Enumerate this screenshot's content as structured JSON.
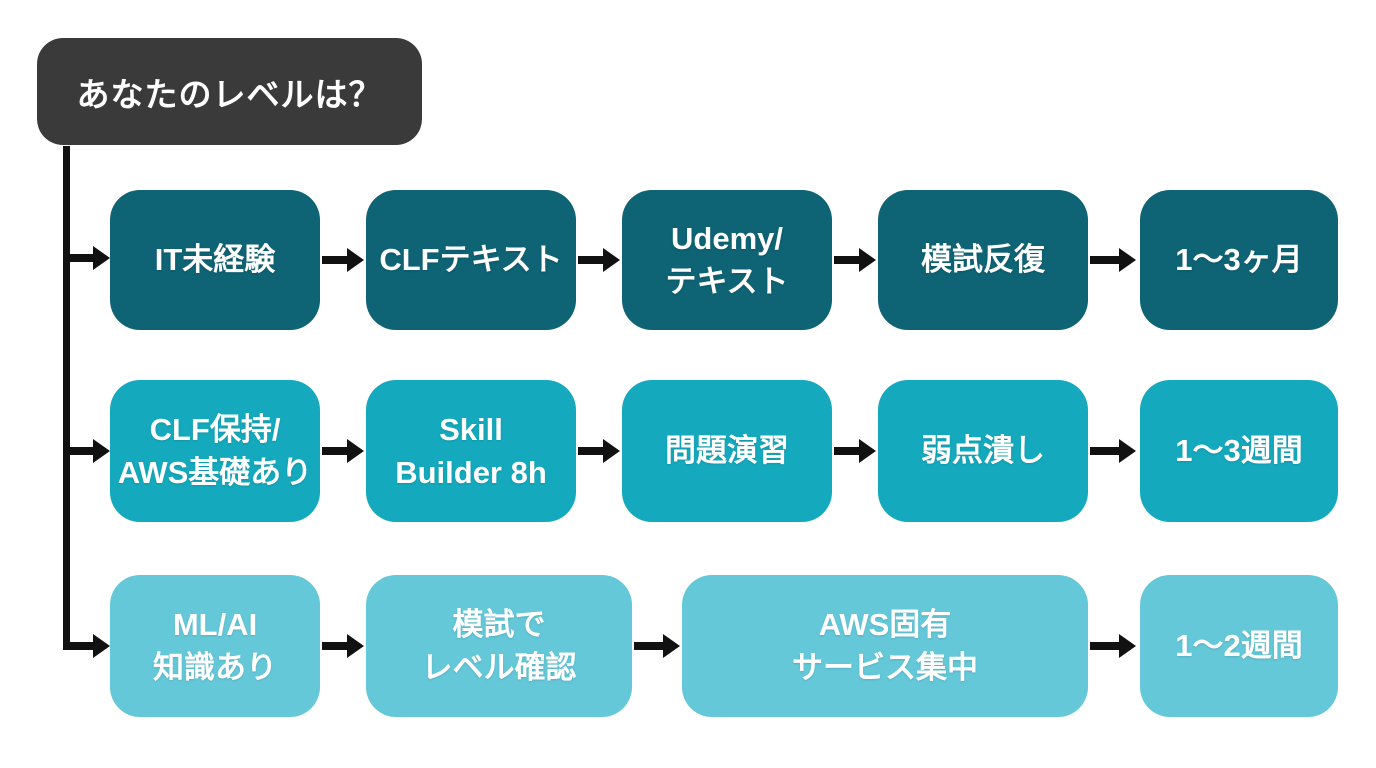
{
  "title": {
    "label": "あなたのレベルは？"
  },
  "colors": {
    "background": "#ffffff",
    "title_bg": "#3a3a3a",
    "row1_bg": "#0e6374",
    "row2_bg": "#14a9bd",
    "row3_bg": "#64c8d9",
    "arrow": "#111111",
    "text": "#ffffff"
  },
  "rows": [
    {
      "level": "beginner",
      "boxes": [
        "IT未経験",
        "CLFテキスト",
        "Udemy/\nテキスト",
        "模試反復",
        "1〜3ヶ月"
      ]
    },
    {
      "level": "intermediate",
      "boxes": [
        "CLF保持/\nAWS基礎あり",
        "Skill\nBuilder 8h",
        "問題演習",
        "弱点潰し",
        "1〜3週間"
      ]
    },
    {
      "level": "advanced",
      "boxes": [
        "ML/AI\n知識あり",
        "模試で\nレベル確認",
        "AWS固有\nサービス集中",
        "1〜2週間"
      ]
    }
  ]
}
